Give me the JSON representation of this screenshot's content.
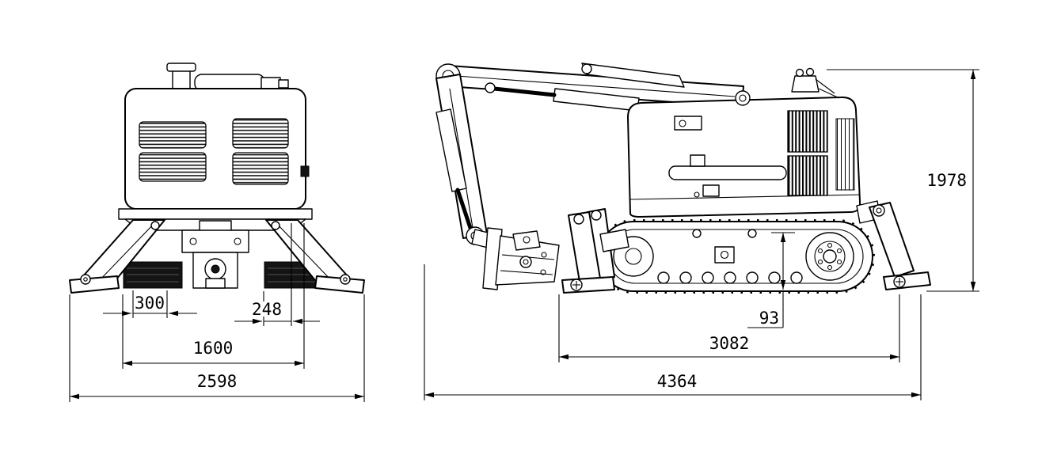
{
  "front_view": {
    "dim_support_spacing": "300",
    "dim_offset": "248",
    "dim_inner_width": "1600",
    "dim_overall_width": "2598"
  },
  "side_view": {
    "dim_ground_clearance": "93",
    "dim_track_length": "3082",
    "dim_overall_length": "4364",
    "dim_overall_height": "1978"
  }
}
